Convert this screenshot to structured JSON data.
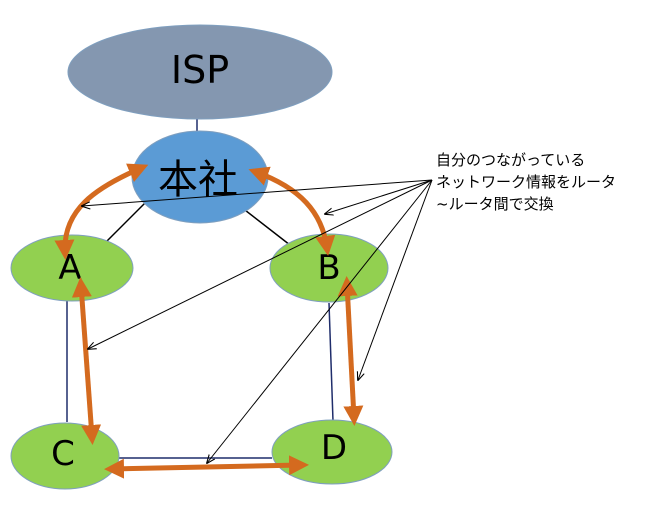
{
  "nodes": {
    "isp": {
      "label": "ISP",
      "fill": "#8497b0"
    },
    "hq": {
      "label": "本社",
      "fill": "#5b9bd5"
    },
    "a": {
      "label": "A",
      "fill": "#92d050"
    },
    "b": {
      "label": "B",
      "fill": "#92d050"
    },
    "c": {
      "label": "C",
      "fill": "#92d050"
    },
    "d": {
      "label": "D",
      "fill": "#92d050"
    }
  },
  "annotation": {
    "lines": [
      "自分のつながっている",
      "ネットワーク情報をルータ",
      "~ルータ間で交換"
    ]
  },
  "colors": {
    "exchange_arrow": "#d46a1f",
    "link_dark": "#1f2d6b",
    "link_black": "#000000",
    "node_outline": "#7f9fbf"
  }
}
